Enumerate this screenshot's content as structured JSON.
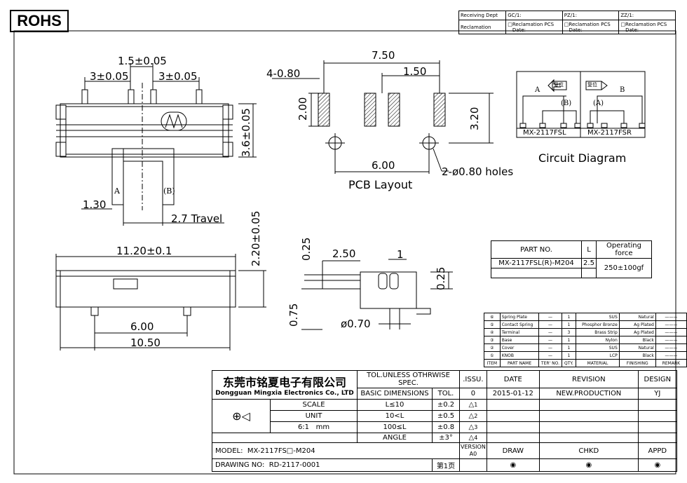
{
  "badge": "ROHS",
  "reception_box": {
    "receiving_dept": "Receiving Dept",
    "reclamation": "Reclamation",
    "gc": "GC/1:",
    "pz": "PZ/1:",
    "zz": "ZZ/1:",
    "recl_pcs": "□Reclamation  PCS",
    "date": "Date:"
  },
  "dims": {
    "d1": "1.5±0.05",
    "d2": "3±0.05",
    "d3": "3±0.05",
    "d4": "3.6±0.05",
    "d5": "1.30",
    "d6": "2.7  Travel",
    "a_mark": "A",
    "b_mark": "(B)",
    "pcb_750": "7.50",
    "pcb_150": "1.50",
    "pcb_480": "4-0.80",
    "pcb_200": "2.00",
    "pcb_320": "3.20",
    "pcb_600": "6.00",
    "pcb_holes": "2-ø0.80  holes",
    "pcb_title": "PCB  Layout",
    "side_1120": "11.20±0.1",
    "side_220": "2.20±0.05",
    "side_600": "6.00",
    "side_1050": "10.50",
    "end_025a": "0.25",
    "end_250": "2.50",
    "end_1": "1",
    "end_025b": "0.25",
    "end_075": "0.75",
    "end_070": "ø0.70"
  },
  "circuit": {
    "title": "Circuit  Diagram",
    "left_label": "MX-2117FSL",
    "right_label": "MX-2117FSR",
    "a": "A",
    "b": "(B)",
    "a2": "(A)",
    "b2": "B",
    "reset": "复位"
  },
  "part_table": {
    "h_part": "PART NO.",
    "h_l": "L",
    "h_force": "Operating force",
    "part": "MX-2117FSL(R)-M204",
    "l": "2.5",
    "force": "250±100gf"
  },
  "bom": {
    "rows": [
      {
        "n": "⑥",
        "name": "Spring Plate",
        "dash": "—",
        "qty": "1",
        "mat": "SUS",
        "fin": "Natural"
      },
      {
        "n": "⑤",
        "name": "Contact Spring",
        "dash": "—",
        "qty": "1",
        "mat": "Phosphor Bronze",
        "fin": "Ag Plated"
      },
      {
        "n": "④",
        "name": "Terminal",
        "dash": "—",
        "qty": "3",
        "mat": "Brass Strip",
        "fin": "Ag Plated"
      },
      {
        "n": "③",
        "name": "Base",
        "dash": "—",
        "qty": "1",
        "mat": "Nylon",
        "fin": "Black"
      },
      {
        "n": "②",
        "name": "Cover",
        "dash": "—",
        "qty": "1",
        "mat": "SUS",
        "fin": "Natural"
      },
      {
        "n": "①",
        "name": "KNOB",
        "dash": "—",
        "qty": "1",
        "mat": "LCP",
        "fin": "Black"
      }
    ],
    "h_item": "ITEM",
    "h_name": "PART NAME",
    "h_ter": "TER' NO.",
    "h_qty": "QTY.",
    "h_mat": "MATERIAL",
    "h_fin": "FINISHING",
    "h_rem": "REMARK"
  },
  "title_block": {
    "company_cn": "东莞市铭夏电子有限公司",
    "company_en": "Dongguan Mingxia Electronics Co., LTD",
    "tol_spec": "TOL.UNLESS OTHRWISE SPEC.",
    "basic_dim": "BASIC DIMENSIONS",
    "tol": "TOL.",
    "r1": "L≤10",
    "t1": "±0.2",
    "r2": "10<L",
    "t2": "±0.5",
    "r3": "100≤L",
    "t3": "±0.8",
    "r4": "ANGLE",
    "t4": "±3°",
    "issu": ".ISSU.",
    "issu0": "0",
    "tri1": "1",
    "tri2": "2",
    "tri3": "3",
    "tri4": "4",
    "scale_h": "SCALE",
    "unit_h": "UNIT",
    "scale": "6:1",
    "unit": "mm",
    "date_h": "DATE",
    "rev_h": "REVISION",
    "design_h": "DESIGN",
    "date": "2015-01-12",
    "rev": "NEW.PRODUCTION",
    "design": "YJ",
    "model_l": "MODEL:",
    "model": "MX-2117FS□-M204",
    "drawing_l": "DRAWING NO:",
    "drawing": "RD-2117-0001",
    "page": "第1页",
    "version_h": "VERSION",
    "version": "A0",
    "draw": "DRAW",
    "chkd": "CHKD",
    "appd": "APPD"
  }
}
